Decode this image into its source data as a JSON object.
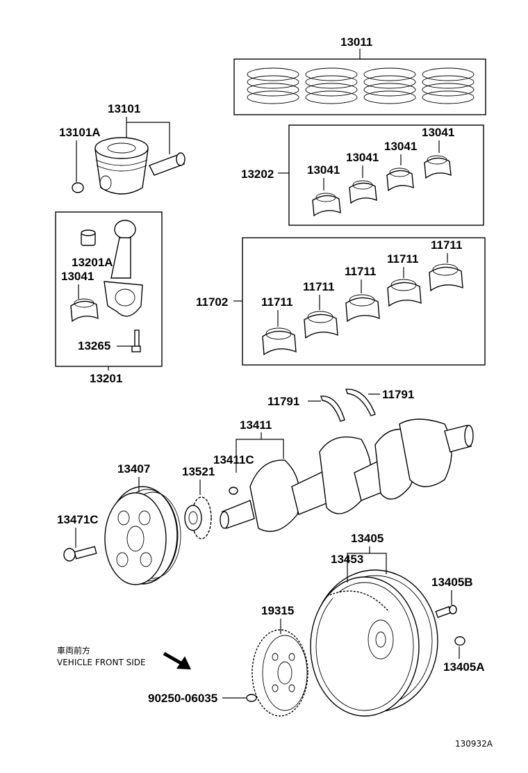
{
  "labels": {
    "p13011": "13011",
    "p13101": "13101",
    "p13101A": "13101A",
    "p13202": "13202",
    "p13041_a": "13041",
    "p13041_b": "13041",
    "p13041_c": "13041",
    "p13041_d": "13041",
    "p13201A": "13201A",
    "p13041_rod": "13041",
    "p13265": "13265",
    "p13201": "13201",
    "p11702": "11702",
    "p11711_a": "11711",
    "p11711_b": "11711",
    "p11711_c": "11711",
    "p11711_d": "11711",
    "p11711_e": "11711",
    "p11791_l": "11791",
    "p11791_r": "11791",
    "p13411": "13411",
    "p13411C": "13411C",
    "p13407": "13407",
    "p13521": "13521",
    "p13471C": "13471C",
    "p13405": "13405",
    "p13453": "13453",
    "p13405B": "13405B",
    "p13405A": "13405A",
    "p19315": "19315",
    "p90250": "90250-06035"
  },
  "front_note": {
    "jp": "車両前方",
    "en": "VEHICLE FRONT SIDE"
  },
  "figure_id": "130932A"
}
